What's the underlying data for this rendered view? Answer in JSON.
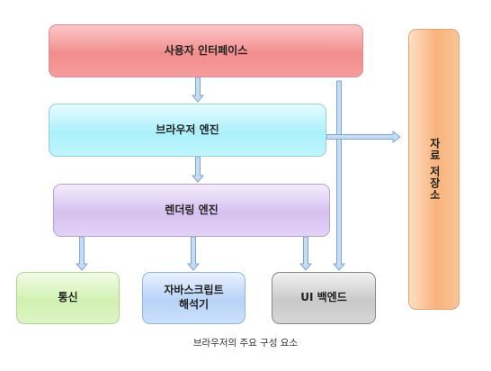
{
  "diagram": {
    "nodes": {
      "user_interface": "사용자 인터페이스",
      "browser_engine": "브라우저 엔진",
      "rendering_engine": "렌더링 엔진",
      "networking": "통신",
      "js_interpreter": "자바스크립트\n해석기",
      "ui_backend": "UI 백엔드",
      "data_storage": "자료 저장소"
    },
    "caption": "브라우저의 주요 구성 요소",
    "edges": [
      {
        "from": "user_interface",
        "to": "browser_engine"
      },
      {
        "from": "browser_engine",
        "to": "rendering_engine"
      },
      {
        "from": "rendering_engine",
        "to": "networking"
      },
      {
        "from": "rendering_engine",
        "to": "js_interpreter"
      },
      {
        "from": "rendering_engine",
        "to": "ui_backend"
      },
      {
        "from": "user_interface",
        "to": "ui_backend"
      },
      {
        "from": "browser_engine",
        "to": "data_storage"
      }
    ],
    "colors": {
      "user_interface": "#f59c9c",
      "browser_engine": "#b3f2fc",
      "rendering_engine": "#dcc9f3",
      "networking": "#d6f3ba",
      "js_interpreter": "#c2d9f9",
      "ui_backend": "#cfcfcf",
      "data_storage": "#f9bc88",
      "arrow_fill": "#c6dcf4",
      "arrow_stroke": "#7ea4cf"
    }
  }
}
